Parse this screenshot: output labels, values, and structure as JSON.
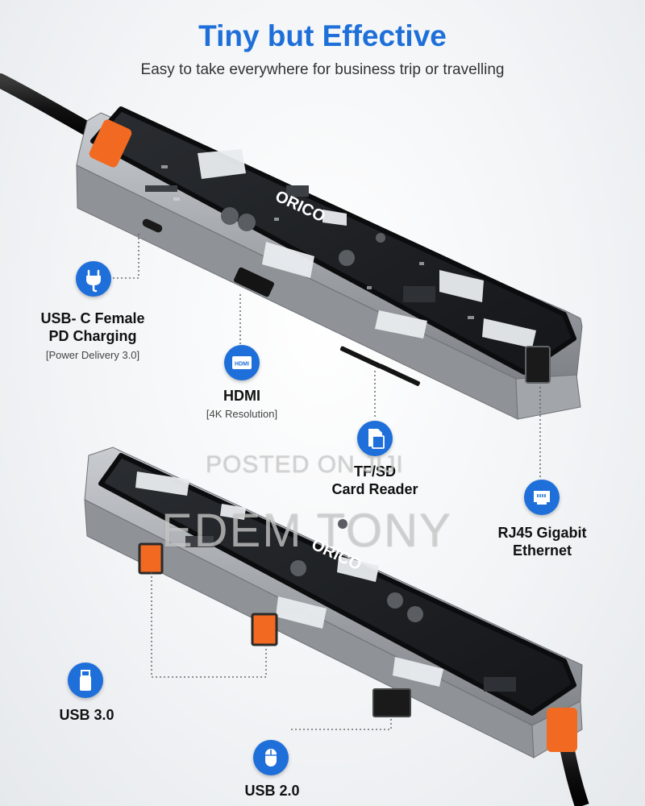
{
  "header": {
    "title": "Tiny but Effective",
    "subtitle": "Easy to take everywhere for business trip or travelling"
  },
  "callouts": {
    "usb_c": {
      "title_line1": "USB- C Female",
      "title_line2": "PD Charging",
      "subtitle": "[Power Delivery 3.0]",
      "icon": "usb-c-plug-icon"
    },
    "hdmi": {
      "title": "HDMI",
      "subtitle": "[4K Resolution]",
      "icon": "hdmi-icon",
      "icon_text": "HDMI"
    },
    "card_reader": {
      "title_line1": "TF/SD",
      "title_line2": "Card Reader",
      "icon": "sd-card-icon"
    },
    "rj45": {
      "title_line1": "RJ45 Gigabit",
      "title_line2": "Ethernet",
      "icon": "ethernet-port-icon"
    },
    "usb3": {
      "title": "USB 3.0",
      "icon": "usb-stick-icon"
    },
    "usb2": {
      "title": "USB 2.0",
      "icon": "mouse-icon"
    }
  },
  "device": {
    "logo": "ORICO"
  },
  "watermark": {
    "line1": "POSTED ON JIJI",
    "line2": "EDEM TONY"
  },
  "colors": {
    "accent": "#1e6fd9",
    "orange": "#f26a21",
    "aluminum": "#a9adb2",
    "pcb": "#1b1d20"
  }
}
